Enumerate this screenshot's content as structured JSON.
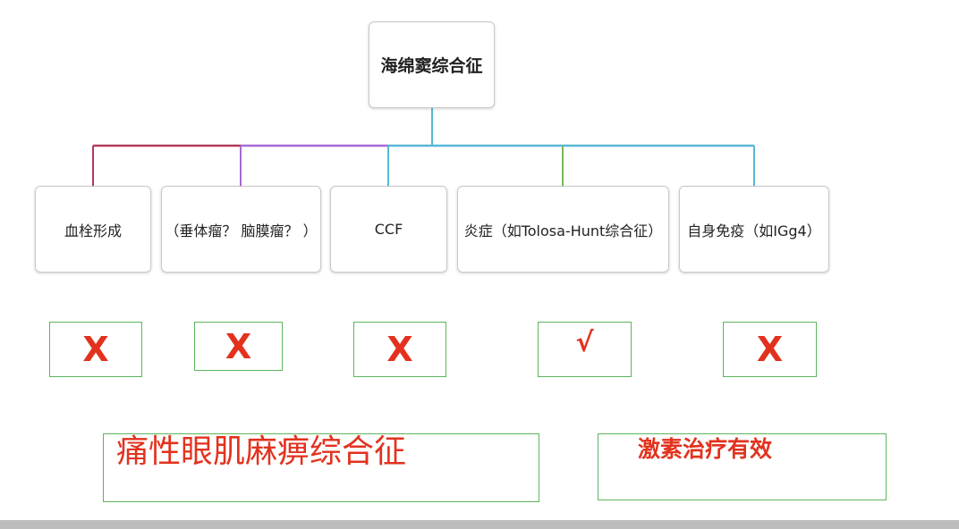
{
  "root": {
    "label": "海绵窦综合征"
  },
  "children": [
    {
      "label": "血栓形成",
      "result": "X"
    },
    {
      "label": "（垂体瘤？ 脑膜瘤？ ）",
      "result": "X"
    },
    {
      "label": "CCF",
      "result": "X"
    },
    {
      "label": "炎症（如Tolosa-Hunt综合征）",
      "result": "√"
    },
    {
      "label": "自身免疫（如IGg4）",
      "result": "X"
    }
  ],
  "notes": [
    {
      "text": "痛性眼肌麻痹综合征"
    },
    {
      "text": "激素治疗有效"
    }
  ],
  "colors": {
    "branch_1": "#b23a5a",
    "branch_2": "#a86ad6",
    "branch_3": "#55b8d6",
    "branch_4": "#7ab85c",
    "branch_5": "#55b8d6",
    "mark_text": "#e2321e",
    "mark_border": "#5cb55c"
  }
}
